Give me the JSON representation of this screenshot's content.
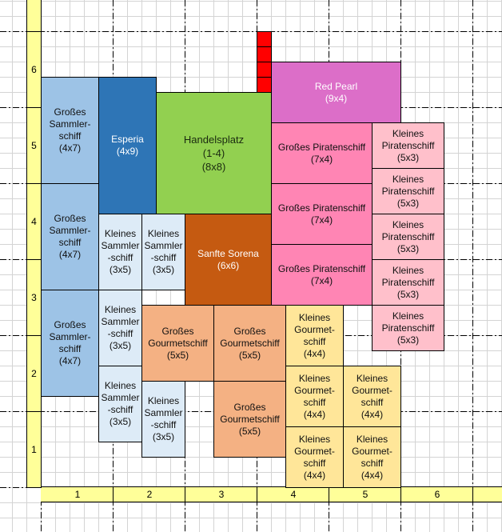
{
  "y_axis": {
    "labels": [
      "1",
      "2",
      "3",
      "4",
      "5",
      "6"
    ]
  },
  "x_axis": {
    "labels": [
      "1",
      "2",
      "3",
      "4",
      "5",
      "6"
    ]
  },
  "colors": {
    "gross_sammler": "#9dc3e6",
    "esperia": "#2e75b6",
    "handelsplatz": "#92d050",
    "red_pearl": "#dc6ec8",
    "gross_pirat": "#ff85b4",
    "klein_pirat": "#ffc0cb",
    "sanfte_sorena": "#c55a11",
    "klein_sammler": "#ddebf7",
    "gross_gourmet": "#f4b183",
    "klein_gourmet": "#ffe699",
    "blocked": "#ff0000",
    "axis": "#ffff99"
  },
  "blocks": [
    {
      "name": "grosses-sammlerschiff",
      "color": "gross_sammler",
      "lines": [
        "Großes",
        "Sammler-",
        "schiff",
        "(4x7)"
      ]
    },
    {
      "name": "grosses-sammlerschiff",
      "color": "gross_sammler",
      "lines": [
        "Großes",
        "Sammler-",
        "schiff",
        "(4x7)"
      ]
    },
    {
      "name": "grosses-sammlerschiff",
      "color": "gross_sammler",
      "lines": [
        "Großes",
        "Sammler-",
        "schiff",
        "(4x7)"
      ]
    },
    {
      "name": "esperia",
      "color": "esperia",
      "light": true,
      "lines": [
        "Esperia",
        "(4x9)"
      ]
    },
    {
      "name": "handelsplatz",
      "color": "handelsplatz",
      "lines": [
        "Handelsplatz",
        "(1-4)",
        "(8x8)"
      ]
    },
    {
      "name": "red-pearl",
      "color": "red_pearl",
      "light": true,
      "lines": [
        "Red Pearl",
        "(9x4)"
      ]
    },
    {
      "name": "grosses-piratenschiff",
      "color": "gross_pirat",
      "lines": [
        "Großes Piratenschiff",
        "(7x4)"
      ]
    },
    {
      "name": "grosses-piratenschiff",
      "color": "gross_pirat",
      "lines": [
        "Großes Piratenschiff",
        "(7x4)"
      ]
    },
    {
      "name": "grosses-piratenschiff",
      "color": "gross_pirat",
      "lines": [
        "Großes Piratenschiff",
        "(7x4)"
      ]
    },
    {
      "name": "kleines-piratenschiff",
      "color": "klein_pirat",
      "lines": [
        "Kleines",
        "Piratenschiff",
        "(5x3)"
      ]
    },
    {
      "name": "kleines-piratenschiff",
      "color": "klein_pirat",
      "lines": [
        "Kleines",
        "Piratenschiff",
        "(5x3)"
      ]
    },
    {
      "name": "kleines-piratenschiff",
      "color": "klein_pirat",
      "lines": [
        "Kleines",
        "Piratenschiff",
        "(5x3)"
      ]
    },
    {
      "name": "kleines-piratenschiff",
      "color": "klein_pirat",
      "lines": [
        "Kleines",
        "Piratenschiff",
        "(5x3)"
      ]
    },
    {
      "name": "kleines-piratenschiff",
      "color": "klein_pirat",
      "lines": [
        "Kleines",
        "Piratenschiff",
        "(5x3)"
      ]
    },
    {
      "name": "sanfte-sorena",
      "color": "sanfte_sorena",
      "light": true,
      "lines": [
        "Sanfte Sorena",
        "(6x6)"
      ]
    },
    {
      "name": "kleines-sammlerschiff",
      "color": "klein_sammler",
      "lines": [
        "Kleines",
        "Sammler",
        "-schiff",
        "(3x5)"
      ]
    },
    {
      "name": "kleines-sammlerschiff",
      "color": "klein_sammler",
      "lines": [
        "Kleines",
        "Sammler",
        "-schiff",
        "(3x5)"
      ]
    },
    {
      "name": "kleines-sammlerschiff",
      "color": "klein_sammler",
      "lines": [
        "Kleines",
        "Sammler",
        "-schiff",
        "(3x5)"
      ]
    },
    {
      "name": "kleines-sammlerschiff",
      "color": "klein_sammler",
      "lines": [
        "Kleines",
        "Sammler",
        "-schiff",
        "(3x5)"
      ]
    },
    {
      "name": "kleines-sammlerschiff",
      "color": "klein_sammler",
      "lines": [
        "Kleines",
        "Sammler",
        "-schiff",
        "(3x5)"
      ]
    },
    {
      "name": "grosses-gourmetschiff",
      "color": "gross_gourmet",
      "lines": [
        "Großes",
        "Gourmetschiff",
        "(5x5)"
      ]
    },
    {
      "name": "grosses-gourmetschiff",
      "color": "gross_gourmet",
      "lines": [
        "Großes",
        "Gourmetschiff",
        "(5x5)"
      ]
    },
    {
      "name": "grosses-gourmetschiff",
      "color": "gross_gourmet",
      "lines": [
        "Großes",
        "Gourmetschiff",
        "(5x5)"
      ]
    },
    {
      "name": "kleines-gourmetschiff",
      "color": "klein_gourmet",
      "lines": [
        "Kleines",
        "Gourmet-",
        "schiff",
        "(4x4)"
      ]
    },
    {
      "name": "kleines-gourmetschiff",
      "color": "klein_gourmet",
      "lines": [
        "Kleines",
        "Gourmet-",
        "schiff",
        "(4x4)"
      ]
    },
    {
      "name": "kleines-gourmetschiff",
      "color": "klein_gourmet",
      "lines": [
        "Kleines",
        "Gourmet-",
        "schiff",
        "(4x4)"
      ]
    },
    {
      "name": "kleines-gourmetschiff",
      "color": "klein_gourmet",
      "lines": [
        "Kleines",
        "Gourmet-",
        "schiff",
        "(4x4)"
      ]
    },
    {
      "name": "kleines-gourmetschiff",
      "color": "klein_gourmet",
      "lines": [
        "Kleines",
        "Gourmet-",
        "schiff",
        "(4x4)"
      ]
    }
  ],
  "blocked_cells": 4
}
